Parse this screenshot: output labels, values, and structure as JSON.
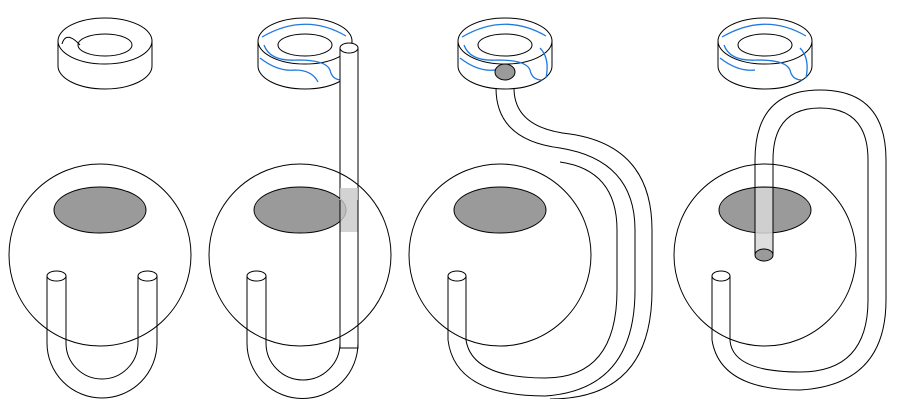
{
  "figure": {
    "panel_count": 4,
    "panels": [
      "panel-1",
      "panel-2",
      "panel-3",
      "panel-4"
    ]
  },
  "colors": {
    "line": "#000000",
    "accent_curve": "#1f7ae0",
    "disk_fill": "#9a9a9a",
    "translucent_fill": "#c8c8c8",
    "background": "#ffffff"
  }
}
